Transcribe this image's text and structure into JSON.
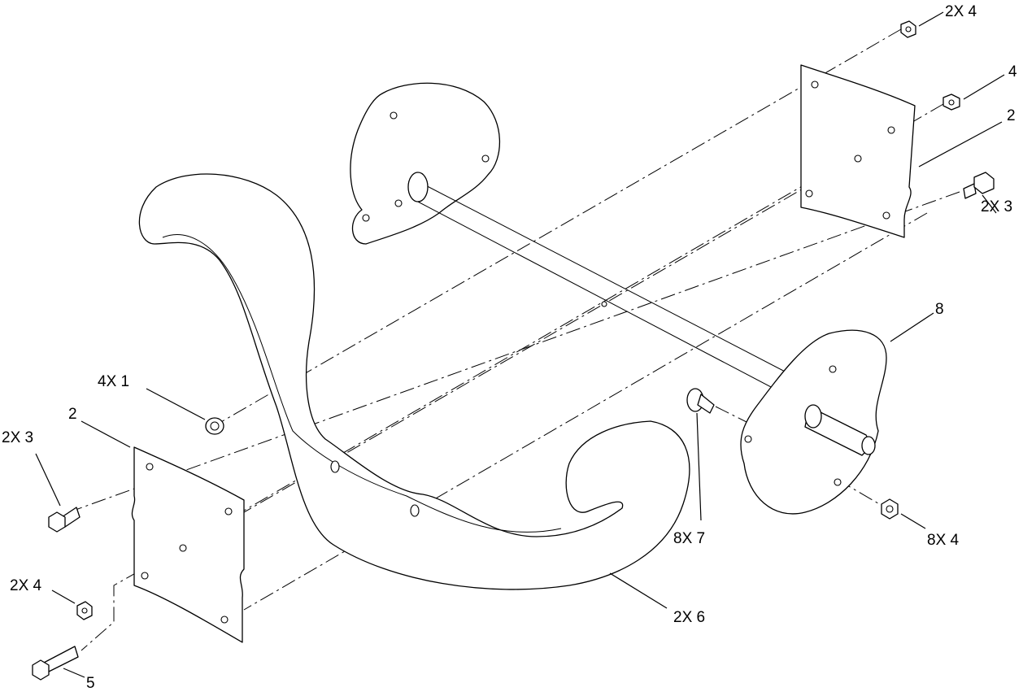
{
  "diagram": {
    "callouts": [
      {
        "id": "c-2x4-top",
        "text": "2X 4"
      },
      {
        "id": "c-4-right",
        "text": "4"
      },
      {
        "id": "c-2-right",
        "text": "2"
      },
      {
        "id": "c-2x3-right",
        "text": "2X 3"
      },
      {
        "id": "c-8",
        "text": "8"
      },
      {
        "id": "c-4x1",
        "text": "4X 1"
      },
      {
        "id": "c-2-left",
        "text": "2"
      },
      {
        "id": "c-2x3-left",
        "text": "2X 3"
      },
      {
        "id": "c-8x7",
        "text": "8X 7"
      },
      {
        "id": "c-8x4",
        "text": "8X 4"
      },
      {
        "id": "c-2x4-left",
        "text": "2X 4"
      },
      {
        "id": "c-2x6",
        "text": "2X 6"
      },
      {
        "id": "c-5",
        "text": "5"
      }
    ]
  }
}
